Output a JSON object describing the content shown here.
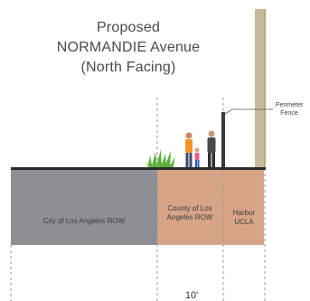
{
  "title": {
    "line1": "Proposed",
    "line2": "NORMANDIE Avenue",
    "line3": "(North Facing)"
  },
  "zones": {
    "city": "City of Los Angeles ROW",
    "county": "County of Los Angeles ROW",
    "harbor": "Harbor UCLA"
  },
  "fence_label": "Perimeter Fence",
  "dimension_label": "10'",
  "colors": {
    "city_fill": "#8d8f94",
    "county_fill": "#d6a487",
    "ground_line": "#2b2b2b",
    "building": "#c8b99d",
    "grass": "#5cae3e"
  }
}
